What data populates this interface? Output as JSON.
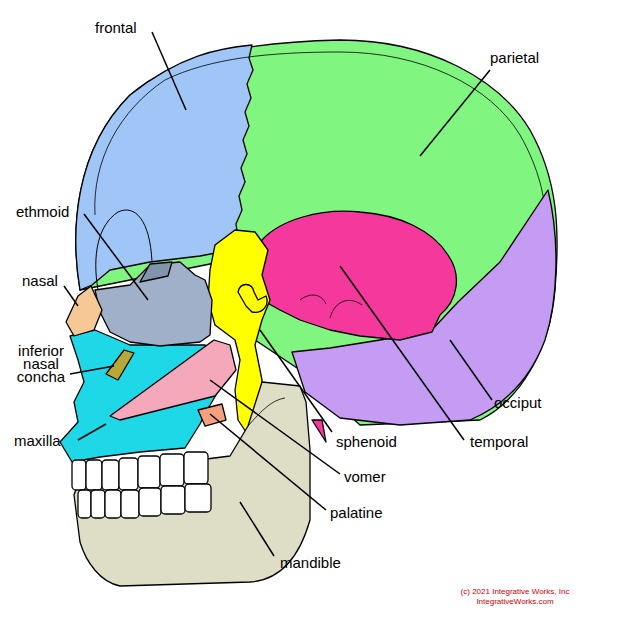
{
  "diagram": {
    "labels": [
      "frontal",
      "parietal",
      "ethmoid",
      "nasal",
      "inferior nasal concha",
      "maxilla",
      "occiput",
      "sphenoid",
      "temporal",
      "vomer",
      "palatine",
      "mandible",
      "(c) 2021 Integrative Works, Inc",
      "IntegrativeWorks.com"
    ]
  }
}
